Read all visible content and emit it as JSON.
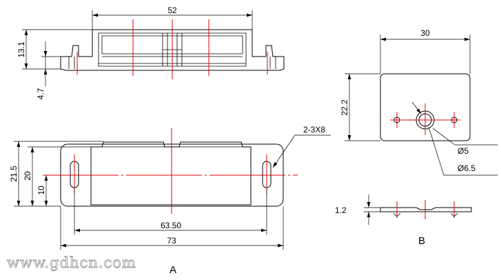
{
  "top_view": {
    "dim_width": "52",
    "dim_height": "13.1",
    "dim_flange": "4.7"
  },
  "front_view": {
    "dim_hole_spacing": "63.50",
    "dim_length": "73",
    "dim_height": "21.5",
    "dim_body": "20",
    "dim_center": "10",
    "hole_callout": "2-3X8",
    "view_label": "A"
  },
  "plate_view": {
    "dim_width": "30",
    "dim_height": "22.2",
    "dim_hole_small": "Ø5",
    "dim_hole_large": "Ø6.5",
    "dim_thickness": "1.2",
    "view_label": "B"
  },
  "watermark": "www.gdhcn.com"
}
